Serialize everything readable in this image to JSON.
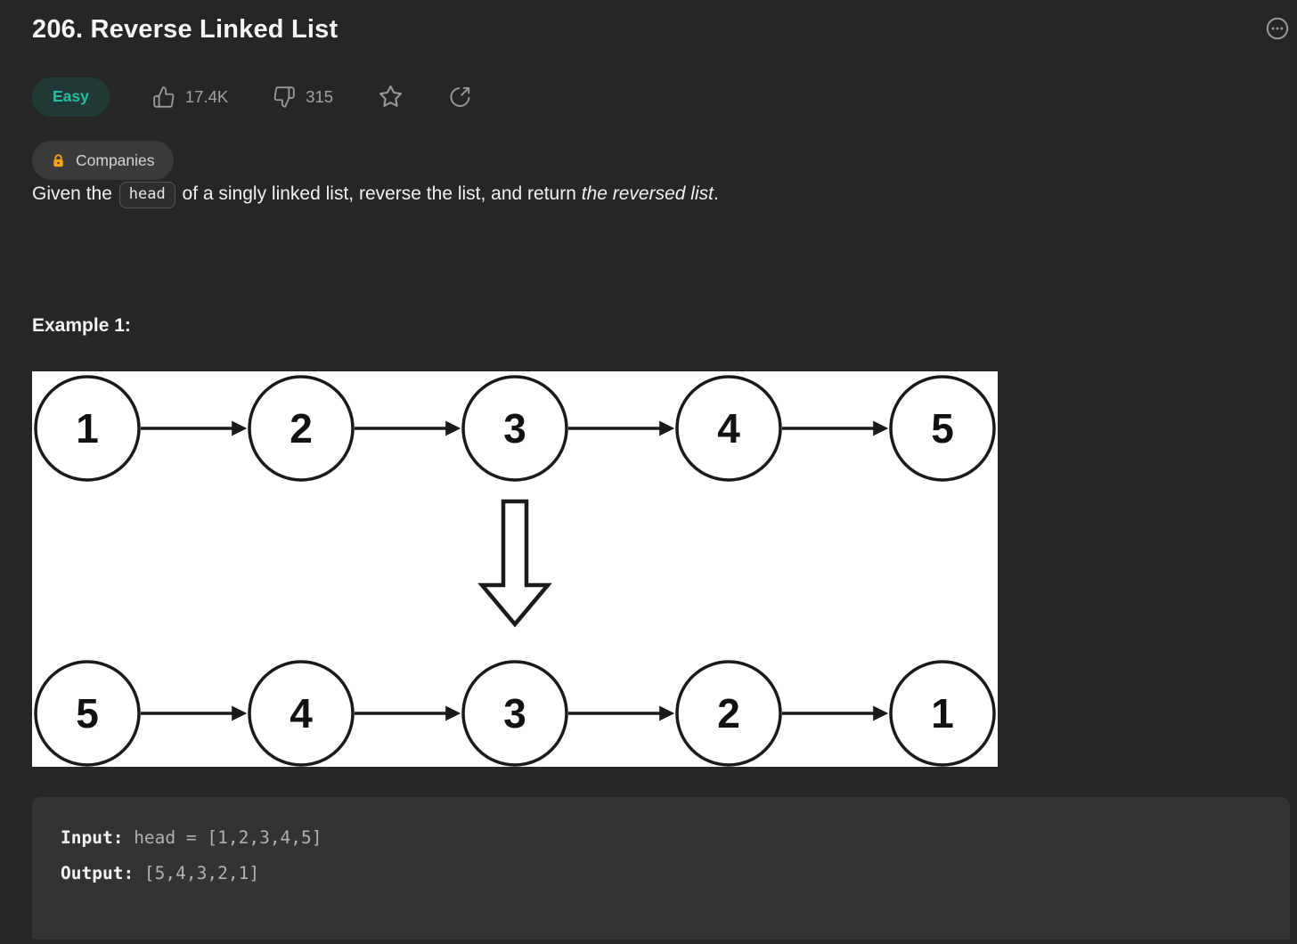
{
  "header": {
    "title": "206. Reverse Linked List"
  },
  "meta": {
    "difficulty": "Easy",
    "likes": "17.4K",
    "dislikes": "315"
  },
  "tags": {
    "companies_label": "Companies"
  },
  "description": {
    "prefix": "Given the ",
    "code": "head",
    "middle": " of a singly linked list, reverse the list, and return ",
    "emphasis": "the reversed list",
    "suffix": "."
  },
  "example": {
    "heading": "Example 1:",
    "input_label": "Input:",
    "input_value": " head = [1,2,3,4,5]",
    "output_label": "Output:",
    "output_value": " [5,4,3,2,1]"
  },
  "diagram": {
    "top_row": [
      "1",
      "2",
      "3",
      "4",
      "5"
    ],
    "bottom_row": [
      "5",
      "4",
      "3",
      "2",
      "1"
    ]
  },
  "colors": {
    "page_bg": "#262626",
    "code_block_bg": "#333333",
    "difficulty_teal": "#00b8a3",
    "lock_orange": "#ffa116",
    "diagram_bg": "#ffffff"
  }
}
